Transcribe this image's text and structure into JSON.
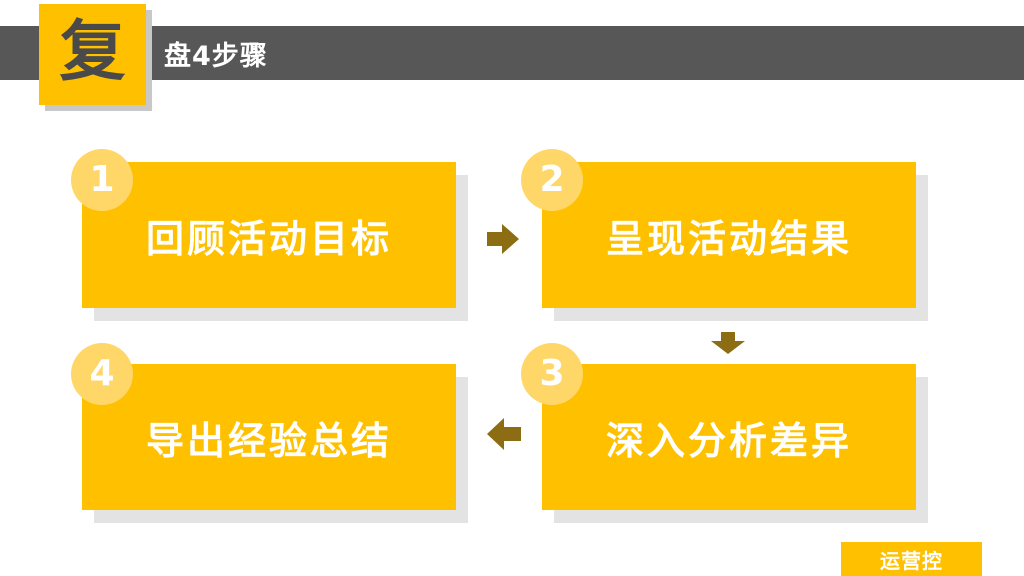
{
  "header": {
    "badge_char": "复",
    "title": "盘4步骤"
  },
  "steps": [
    {
      "number": "1",
      "label": "回顾活动目标"
    },
    {
      "number": "2",
      "label": "呈现活动结果"
    },
    {
      "number": "3",
      "label": "深入分析差异"
    },
    {
      "number": "4",
      "label": "导出经验总结"
    }
  ],
  "footer": {
    "tag": "运营控"
  },
  "colors": {
    "accent": "#ffc000",
    "badge": "#ffd769",
    "header_band": "#575757",
    "arrow": "#8c6d13"
  },
  "icons": {
    "arrow_1_2": "arrow-right-icon",
    "arrow_2_3": "arrow-down-icon",
    "arrow_3_4": "arrow-left-icon"
  }
}
